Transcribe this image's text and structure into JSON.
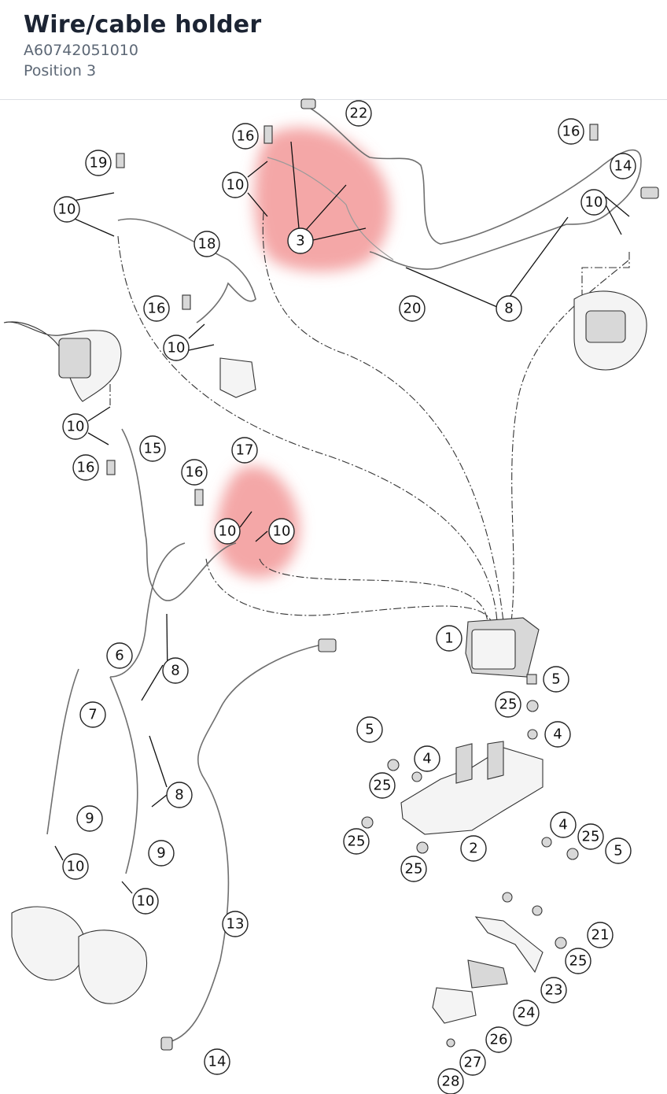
{
  "header": {
    "title": "Wire/cable holder",
    "part_number": "A60742051010",
    "position": "Position 3"
  },
  "colors": {
    "highlight": "#f08a8a",
    "title": "#1c2433",
    "subtitle": "#5d6876",
    "line": "#333333"
  },
  "highlighted_items": [
    "3",
    "10",
    "17"
  ],
  "callouts": [
    {
      "id": "c22",
      "label": "22"
    },
    {
      "id": "c16a",
      "label": "16"
    },
    {
      "id": "c16b",
      "label": "16"
    },
    {
      "id": "c14a",
      "label": "14"
    },
    {
      "id": "c19",
      "label": "19"
    },
    {
      "id": "c10a",
      "label": "10"
    },
    {
      "id": "c10b",
      "label": "10"
    },
    {
      "id": "c10c",
      "label": "10"
    },
    {
      "id": "c3",
      "label": "3"
    },
    {
      "id": "c18",
      "label": "18"
    },
    {
      "id": "c20",
      "label": "20"
    },
    {
      "id": "c8a",
      "label": "8"
    },
    {
      "id": "c16c",
      "label": "16"
    },
    {
      "id": "c10d",
      "label": "10"
    },
    {
      "id": "c10e",
      "label": "10"
    },
    {
      "id": "c16d",
      "label": "16"
    },
    {
      "id": "c15",
      "label": "15"
    },
    {
      "id": "c17",
      "label": "17"
    },
    {
      "id": "c16e",
      "label": "16"
    },
    {
      "id": "c10f",
      "label": "10"
    },
    {
      "id": "c10g",
      "label": "10"
    },
    {
      "id": "c1",
      "label": "1"
    },
    {
      "id": "c6",
      "label": "6"
    },
    {
      "id": "c8b",
      "label": "8"
    },
    {
      "id": "c5a",
      "label": "5"
    },
    {
      "id": "c7",
      "label": "7"
    },
    {
      "id": "c25a",
      "label": "25"
    },
    {
      "id": "c4a",
      "label": "4"
    },
    {
      "id": "c5b",
      "label": "5"
    },
    {
      "id": "c4b",
      "label": "4"
    },
    {
      "id": "c25b",
      "label": "25"
    },
    {
      "id": "c8c",
      "label": "8"
    },
    {
      "id": "c9a",
      "label": "9"
    },
    {
      "id": "c25c",
      "label": "25"
    },
    {
      "id": "c4c",
      "label": "4"
    },
    {
      "id": "c25d",
      "label": "25"
    },
    {
      "id": "c2",
      "label": "2"
    },
    {
      "id": "c5c",
      "label": "5"
    },
    {
      "id": "c9b",
      "label": "9"
    },
    {
      "id": "c10h",
      "label": "10"
    },
    {
      "id": "c25e",
      "label": "25"
    },
    {
      "id": "c10i",
      "label": "10"
    },
    {
      "id": "c13",
      "label": "13"
    },
    {
      "id": "c21",
      "label": "21"
    },
    {
      "id": "c25f",
      "label": "25"
    },
    {
      "id": "c23",
      "label": "23"
    },
    {
      "id": "c24",
      "label": "24"
    },
    {
      "id": "c26",
      "label": "26"
    },
    {
      "id": "c14b",
      "label": "14"
    },
    {
      "id": "c27",
      "label": "27"
    },
    {
      "id": "c28",
      "label": "28"
    }
  ]
}
